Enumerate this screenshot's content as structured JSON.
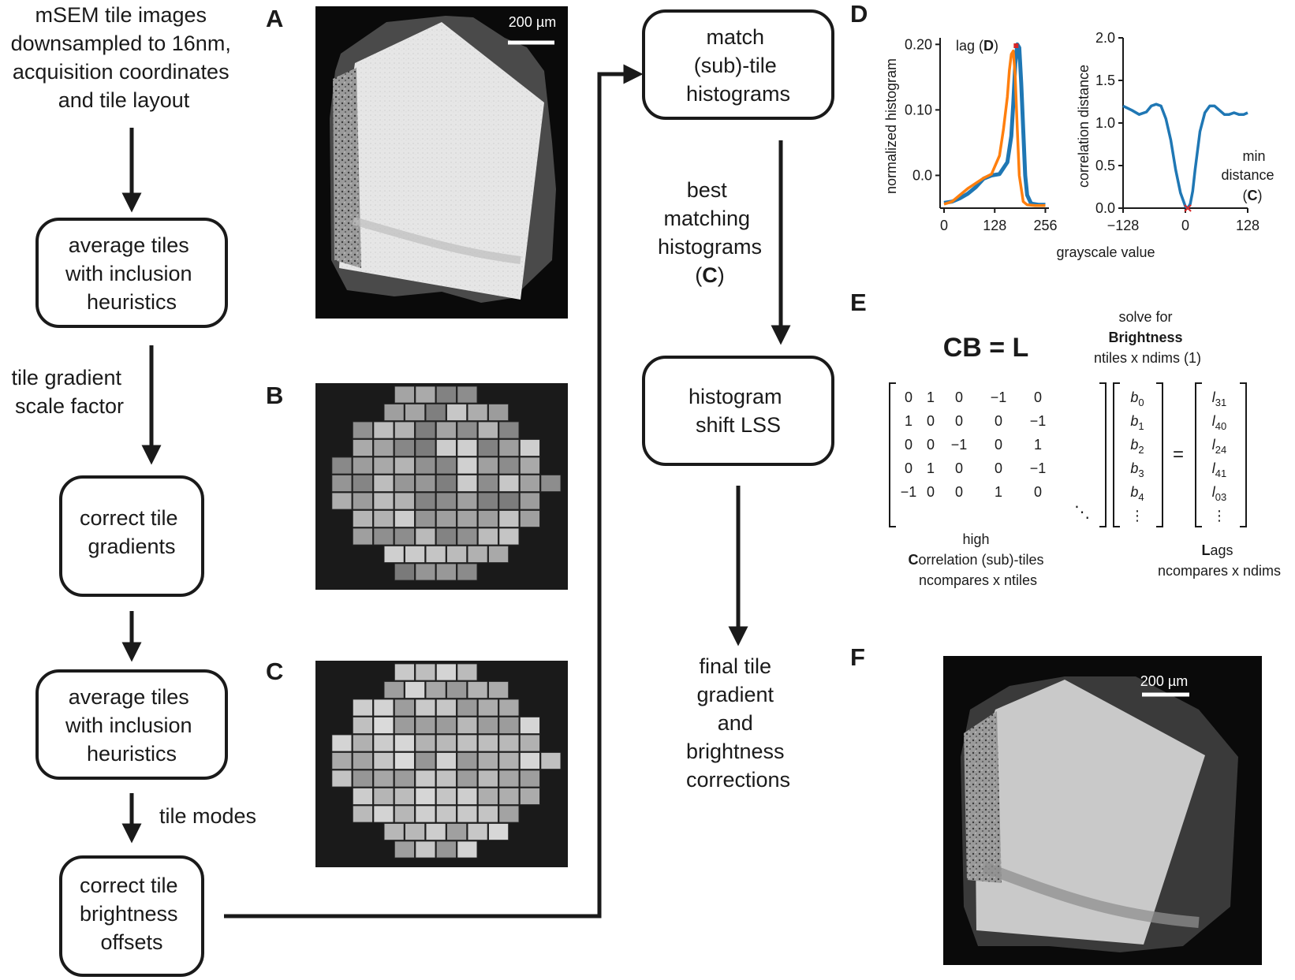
{
  "flow": {
    "input_lines": [
      "mSEM tile images",
      "downsampled to 16nm,",
      "acquisition coordinates",
      "and tile layout"
    ],
    "box_average_1": [
      "average tiles",
      "with inclusion",
      "heuristics"
    ],
    "label_gradient_scale": [
      "tile gradient",
      "scale factor"
    ],
    "box_correct_gradients": [
      "correct tile",
      "gradients"
    ],
    "box_average_2": [
      "average tiles",
      "with inclusion",
      "heuristics"
    ],
    "label_tile_modes": "tile modes",
    "box_correct_brightness": [
      "correct tile",
      "brightness",
      "offsets"
    ],
    "box_match": [
      "match",
      "(sub)-tile",
      "histograms"
    ],
    "label_best": [
      "best",
      "matching",
      "histograms"
    ],
    "label_best_ref": "C",
    "box_lss": [
      "histogram",
      "shift LSS"
    ],
    "final_lines": [
      "final tile",
      "gradient",
      "and",
      "brightness",
      "corrections"
    ]
  },
  "panels": {
    "A": "A",
    "B": "B",
    "C": "C",
    "D": "D",
    "E": "E",
    "F": "F"
  },
  "scalebar_A": "200 µm",
  "scalebar_F": "200 µm",
  "equation": {
    "title": "CB = L",
    "solve_for": [
      "solve for",
      "Brightness",
      "ntiles x ndims (1)"
    ],
    "matrix_rows": [
      [
        "0",
        "1",
        "0",
        "−1",
        "0"
      ],
      [
        "1",
        "0",
        "0",
        "0",
        "−1"
      ],
      [
        "0",
        "0",
        "−1",
        "0",
        "1"
      ],
      [
        "0",
        "1",
        "0",
        "0",
        "−1"
      ],
      [
        "−1",
        "0",
        "0",
        "1",
        "0"
      ]
    ],
    "b_vector": [
      "b0",
      "b1",
      "b2",
      "b3",
      "b4",
      "⋮"
    ],
    "l_vector": [
      "l31",
      "l40",
      "l24",
      "l41",
      "l03",
      "⋮"
    ],
    "equals": "=",
    "dots": "⋱",
    "left_caption": [
      "high",
      "Correlation (sub)-tiles",
      "ncompares x ntiles"
    ],
    "right_caption": [
      "Lags",
      "ncompares x ndims"
    ]
  },
  "chart_data": [
    {
      "type": "line",
      "panel": "D-left",
      "ylabel": "normalized histogram",
      "xlabel": "grayscale value",
      "xticks": [
        "0",
        "128",
        "256"
      ],
      "yticks": [
        "0.0",
        "0.10",
        "0.20"
      ],
      "xlim": [
        -10,
        265
      ],
      "ylim": [
        -0.05,
        0.21
      ],
      "annotation": "lag (D)",
      "colors": {
        "series1": "#1f77b4",
        "series2": "#ff7f0e",
        "lag_bar": "#d62728"
      },
      "series": [
        {
          "x": [
            0,
            20,
            40,
            60,
            80,
            100,
            120,
            140,
            160,
            170,
            175,
            180,
            185,
            190,
            195,
            200,
            205,
            210,
            220,
            240,
            256
          ],
          "values": [
            -0.042,
            -0.04,
            -0.035,
            -0.028,
            -0.018,
            -0.005,
            0.0,
            0.002,
            0.02,
            0.06,
            0.11,
            0.17,
            0.2,
            0.195,
            0.14,
            0.07,
            0.0,
            -0.03,
            -0.043,
            -0.045,
            -0.045
          ]
        },
        {
          "x": [
            0,
            20,
            40,
            60,
            80,
            100,
            120,
            140,
            150,
            160,
            165,
            170,
            175,
            180,
            185,
            190,
            200,
            210,
            230,
            256
          ],
          "values": [
            -0.044,
            -0.04,
            -0.03,
            -0.02,
            -0.012,
            -0.004,
            0.002,
            0.03,
            0.07,
            0.12,
            0.16,
            0.185,
            0.19,
            0.15,
            0.07,
            0.0,
            -0.04,
            -0.045,
            -0.046,
            -0.046
          ]
        }
      ],
      "lag_marker": [
        176,
        188
      ]
    },
    {
      "type": "line",
      "panel": "D-right",
      "ylabel": "correlation distance",
      "xticks": [
        "−128",
        "0",
        "128"
      ],
      "yticks": [
        "0.0",
        "0.5",
        "1.0",
        "1.5",
        "2.0"
      ],
      "xlim": [
        -128,
        128
      ],
      "ylim": [
        0,
        2.0
      ],
      "annotation": [
        "min",
        "distance",
        "(C)"
      ],
      "colors": {
        "series1": "#1f77b4",
        "min_marker": "#d62728"
      },
      "series": [
        {
          "x": [
            -128,
            -110,
            -95,
            -80,
            -70,
            -60,
            -50,
            -40,
            -30,
            -20,
            -10,
            0,
            5,
            10,
            15,
            20,
            30,
            40,
            50,
            60,
            70,
            80,
            90,
            100,
            110,
            120,
            128
          ],
          "values": [
            1.2,
            1.15,
            1.1,
            1.13,
            1.2,
            1.22,
            1.2,
            1.05,
            0.8,
            0.45,
            0.18,
            0.02,
            0.0,
            0.05,
            0.2,
            0.45,
            0.9,
            1.12,
            1.2,
            1.2,
            1.15,
            1.1,
            1.1,
            1.12,
            1.1,
            1.1,
            1.12
          ]
        }
      ],
      "min_marker": [
        5,
        0.0
      ]
    }
  ]
}
